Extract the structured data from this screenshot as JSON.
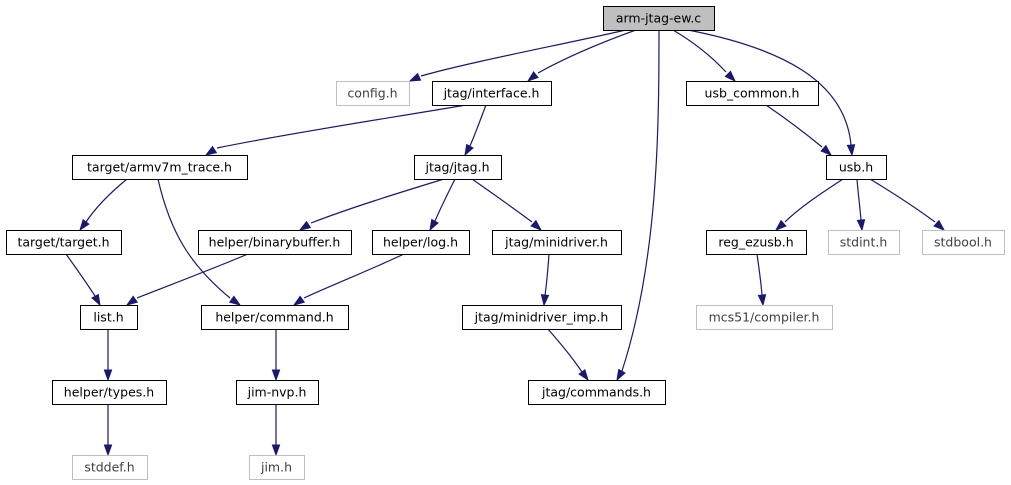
{
  "graph": {
    "nodes": [
      {
        "id": "arm",
        "label": "arm-jtag-ew.c",
        "kind": "root"
      },
      {
        "id": "config",
        "label": "config.h",
        "kind": "external"
      },
      {
        "id": "interface",
        "label": "jtag/interface.h",
        "kind": "internal"
      },
      {
        "id": "usbcommon",
        "label": "usb_common.h",
        "kind": "internal"
      },
      {
        "id": "armv7m",
        "label": "target/armv7m_trace.h",
        "kind": "internal"
      },
      {
        "id": "jtagjtag",
        "label": "jtag/jtag.h",
        "kind": "internal"
      },
      {
        "id": "usb",
        "label": "usb.h",
        "kind": "internal"
      },
      {
        "id": "target",
        "label": "target/target.h",
        "kind": "internal"
      },
      {
        "id": "binbuf",
        "label": "helper/binarybuffer.h",
        "kind": "internal"
      },
      {
        "id": "log",
        "label": "helper/log.h",
        "kind": "internal"
      },
      {
        "id": "minidriver",
        "label": "jtag/minidriver.h",
        "kind": "internal"
      },
      {
        "id": "regezusb",
        "label": "reg_ezusb.h",
        "kind": "internal"
      },
      {
        "id": "stdint",
        "label": "stdint.h",
        "kind": "external"
      },
      {
        "id": "stdbool",
        "label": "stdbool.h",
        "kind": "external"
      },
      {
        "id": "list",
        "label": "list.h",
        "kind": "internal"
      },
      {
        "id": "command",
        "label": "helper/command.h",
        "kind": "internal"
      },
      {
        "id": "minidrvimp",
        "label": "jtag/minidriver_imp.h",
        "kind": "internal"
      },
      {
        "id": "mcs51",
        "label": "mcs51/compiler.h",
        "kind": "external"
      },
      {
        "id": "types",
        "label": "helper/types.h",
        "kind": "internal"
      },
      {
        "id": "jimnvp",
        "label": "jim-nvp.h",
        "kind": "internal"
      },
      {
        "id": "commands",
        "label": "jtag/commands.h",
        "kind": "internal"
      },
      {
        "id": "stddef",
        "label": "stddef.h",
        "kind": "external"
      },
      {
        "id": "jim",
        "label": "jim.h",
        "kind": "external"
      }
    ],
    "edges": [
      {
        "from": "arm",
        "to": "config"
      },
      {
        "from": "arm",
        "to": "interface"
      },
      {
        "from": "arm",
        "to": "usbcommon"
      },
      {
        "from": "arm",
        "to": "usb"
      },
      {
        "from": "arm",
        "to": "commands"
      },
      {
        "from": "interface",
        "to": "armv7m"
      },
      {
        "from": "interface",
        "to": "jtagjtag"
      },
      {
        "from": "usbcommon",
        "to": "usb"
      },
      {
        "from": "armv7m",
        "to": "target"
      },
      {
        "from": "armv7m",
        "to": "command"
      },
      {
        "from": "jtagjtag",
        "to": "binbuf"
      },
      {
        "from": "jtagjtag",
        "to": "log"
      },
      {
        "from": "jtagjtag",
        "to": "minidriver"
      },
      {
        "from": "usb",
        "to": "regezusb"
      },
      {
        "from": "usb",
        "to": "stdint"
      },
      {
        "from": "usb",
        "to": "stdbool"
      },
      {
        "from": "target",
        "to": "list"
      },
      {
        "from": "binbuf",
        "to": "list"
      },
      {
        "from": "log",
        "to": "command"
      },
      {
        "from": "minidriver",
        "to": "minidrvimp"
      },
      {
        "from": "regezusb",
        "to": "mcs51"
      },
      {
        "from": "list",
        "to": "types"
      },
      {
        "from": "command",
        "to": "jimnvp"
      },
      {
        "from": "minidrvimp",
        "to": "commands"
      },
      {
        "from": "types",
        "to": "stddef"
      },
      {
        "from": "jimnvp",
        "to": "jim"
      }
    ]
  }
}
